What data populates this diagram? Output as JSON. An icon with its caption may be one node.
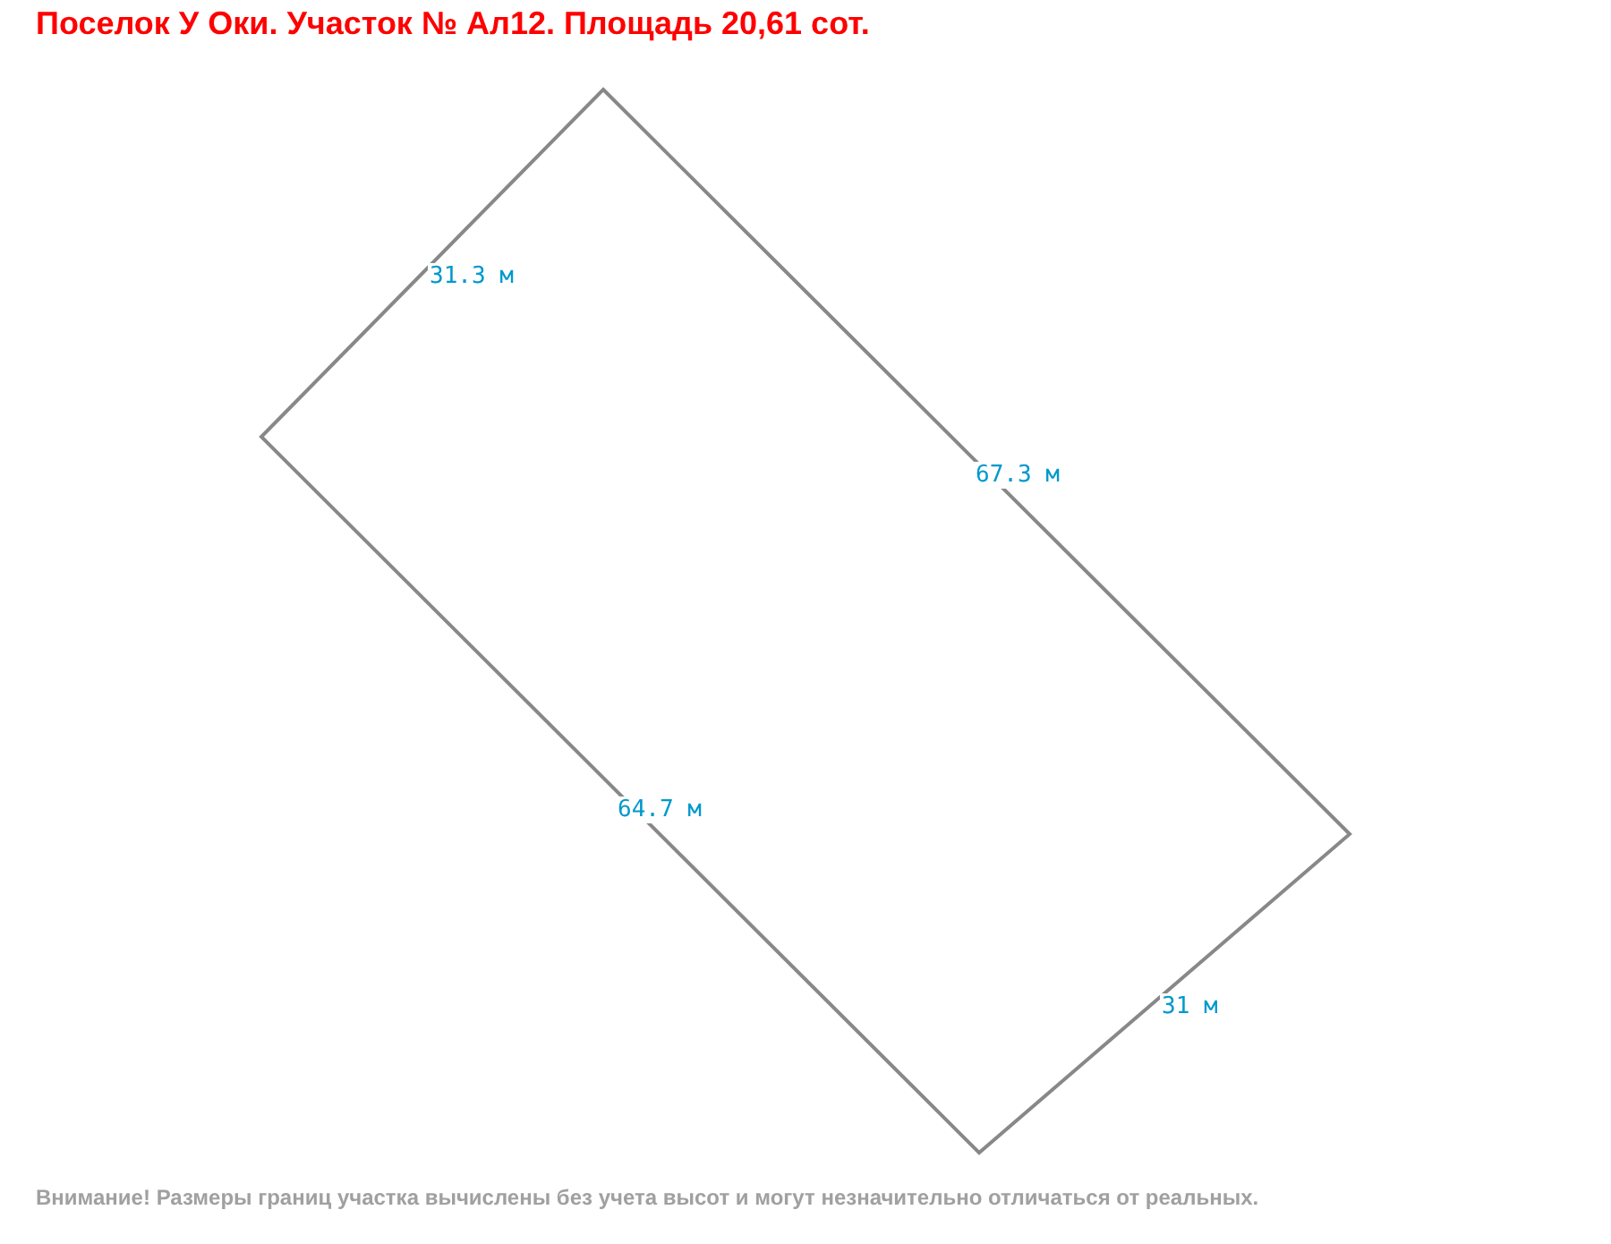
{
  "diagram": {
    "title": "Поселок У Оки. Участок № Ал12. Площадь 20,61 сот.",
    "caption": "Внимание! Размеры границ участка вычислены без учета высот и могут незначительно отличаться от реальных.",
    "labels": [
      "31.3 м",
      "67.3 м",
      "64.7 м",
      "31 м"
    ]
  }
}
